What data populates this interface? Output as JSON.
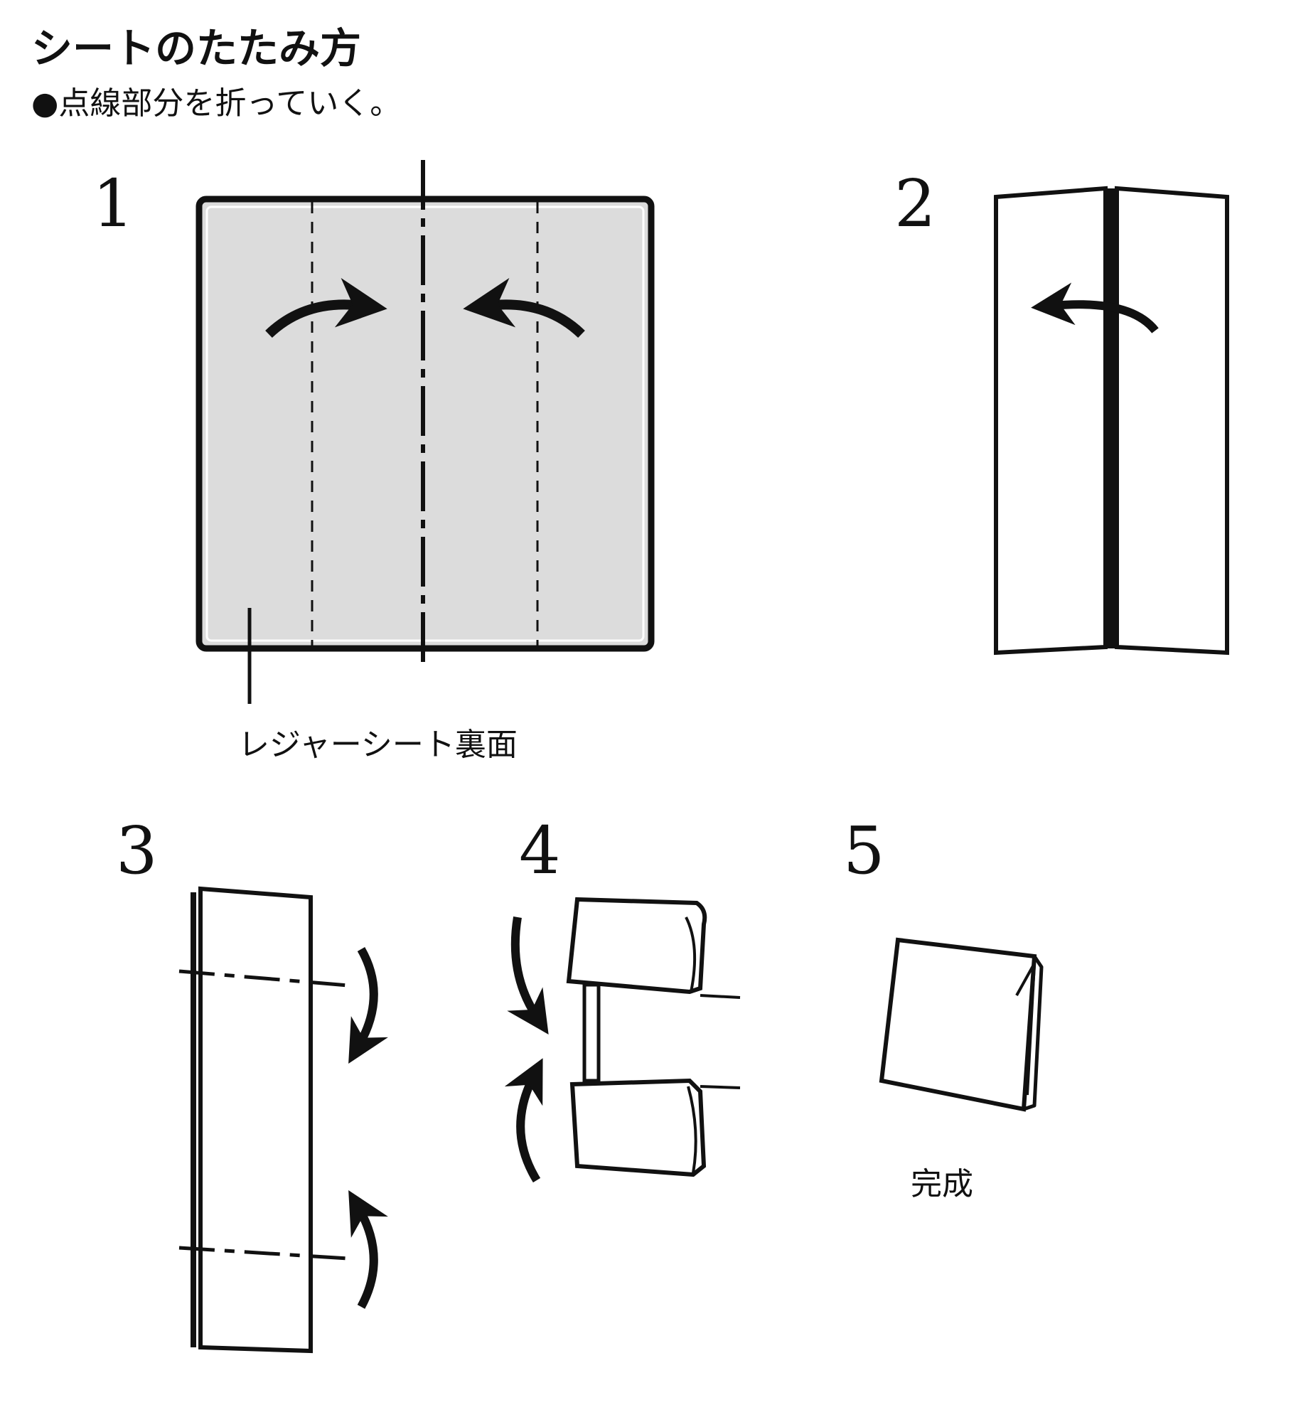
{
  "title": "シートのたたみ方",
  "subtitle": "●点線部分を折っていく。",
  "steps": [
    {
      "number": "1",
      "label": "レジャーシート裏面"
    },
    {
      "number": "2"
    },
    {
      "number": "3"
    },
    {
      "number": "4"
    },
    {
      "number": "5",
      "label": "完成"
    }
  ],
  "colors": {
    "sheet_back": "#dcdcdc",
    "line": "#111111"
  }
}
